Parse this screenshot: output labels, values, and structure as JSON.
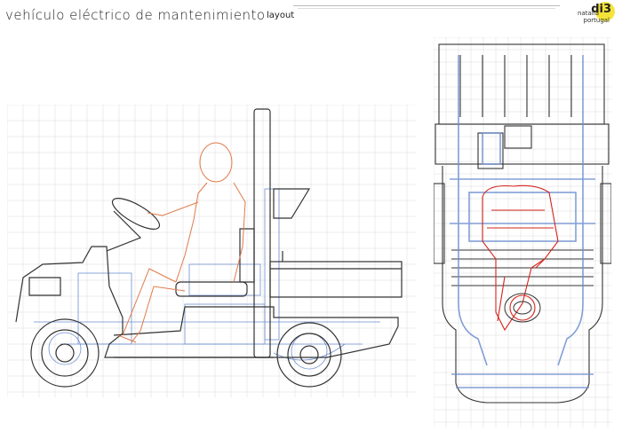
{
  "header": {
    "title": "vehículo eléctrico de mantenimiento",
    "subtitle": "layout"
  },
  "logo": {
    "mark": "di3",
    "name_line1": "natalia",
    "name_line2": "portugal",
    "accent_color": "#f4e33a"
  },
  "colors": {
    "line": "#333333",
    "grid": "#d0d0d0",
    "figure": "#e07a4a",
    "mechanism": "#6e8fd0",
    "operator_top": "#d4241c"
  },
  "views": {
    "side_view": "side-elevation",
    "top_view": "plan-view"
  }
}
